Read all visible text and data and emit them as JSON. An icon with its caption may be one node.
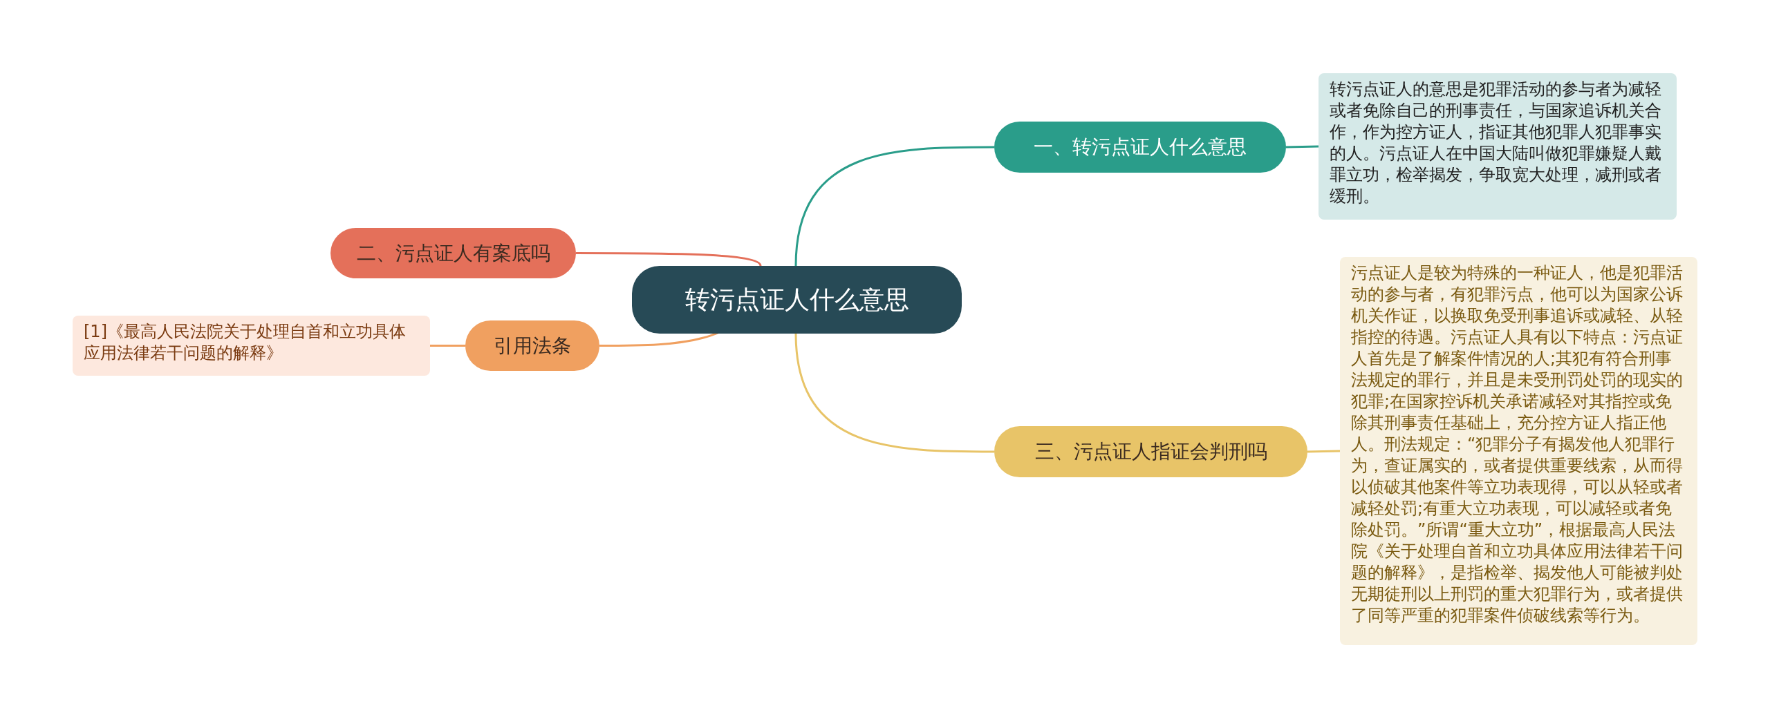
{
  "diagram": {
    "nodes": [
      {
        "text": [
          "转污点证人什么意思"
        ]
      },
      {
        "text": [
          "一、转污点证人什么意思"
        ]
      },
      {
        "text": [
          "转污点证人的意思是犯罪活动的参与者为减轻或者免除自己的刑事责任，与国家追诉机关合作，作为控方证人，指证其他犯罪人犯罪事实的人。污点证人在中国大陆叫做犯罪嫌疑人戴罪立功，检举揭发，争取宽大处理，减刑或者缓刑。"
        ]
      },
      {
        "text": [
          "二、污点证人有案底吗"
        ]
      },
      {
        "text": [
          "引用法条"
        ]
      },
      {
        "text": [
          "[1]《最高人民法院关于处理自首和立功具体应用法律若干问题的解释》"
        ]
      },
      {
        "text": [
          "三、污点证人指证会判刑吗"
        ]
      },
      {
        "text": [
          "污点证人是较为特殊的一种证人，他是犯罪活动的参与者，有犯罪污点，他可以为国家公诉机关作证，以换取免受刑事追诉或减轻、从轻指控的待遇。污点证人具有以下特点：污点证人首先是了解案件情况的人;其犯有符合刑事法规定的罪行，并且是未受刑罚处罚的现实的犯罪;在国家控诉机关承诺减轻对其指控或免除其刑事责任基础上，充分控方证人指正他人。刑法规定：“犯罪分子有揭发他人犯罪行为，查证属实的，或者提供重要线索，从而得以侦破其他案件等立功表现得，可以从轻或者减轻处罚;有重大立功表现，可以减轻或者免除处罚。”所谓“重大立功”，根据最高人民法院《关于处理自首和立功具体应用法律若干问题的解释》，是指检举、揭发他人可能被判处无期徒刑以上刑罚的重大犯罪行为，或者提供了同等严重的犯罪案件侦破线索等行为。"
        ]
      }
    ],
    "edges": [
      {
        "from": 0,
        "to": 1,
        "arrow": "none",
        "color": "#2a9d8a"
      },
      {
        "from": 1,
        "to": 2,
        "arrow": "none",
        "color": "#2a9d8a"
      },
      {
        "from": 0,
        "to": 3,
        "arrow": "none",
        "color": "#e4705a"
      },
      {
        "from": 0,
        "to": 4,
        "arrow": "none",
        "color": "#f0a060"
      },
      {
        "from": 4,
        "to": 5,
        "arrow": "none",
        "color": "#f0a060"
      },
      {
        "from": 0,
        "to": 6,
        "arrow": "none",
        "color": "#e8c468"
      },
      {
        "from": 6,
        "to": 7,
        "arrow": "none",
        "color": "#e8c468"
      }
    ]
  }
}
